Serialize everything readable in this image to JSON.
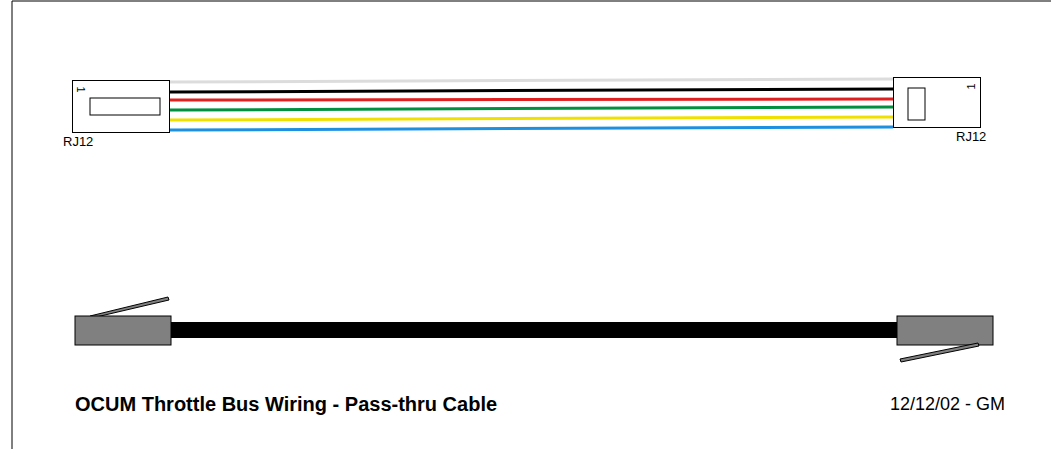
{
  "diagram": {
    "title": "OCUM Throttle Bus Wiring - Pass-thru Cable",
    "nodes": [
      {
        "text": [
          "1",
          "RJ12"
        ]
      },
      {
        "text": [
          "1",
          "RJ12"
        ]
      }
    ],
    "edges": [
      {
        "from": 0,
        "to": 1,
        "arrow": "none"
      },
      {
        "from": 0,
        "to": 1,
        "arrow": "none"
      },
      {
        "from": 0,
        "to": 1,
        "arrow": "none"
      },
      {
        "from": 0,
        "to": 1,
        "arrow": "none"
      },
      {
        "from": 0,
        "to": 1,
        "arrow": "none"
      },
      {
        "from": 0,
        "to": 1,
        "arrow": "none"
      }
    ],
    "labels": [
      "12/12/02 - GM"
    ]
  }
}
